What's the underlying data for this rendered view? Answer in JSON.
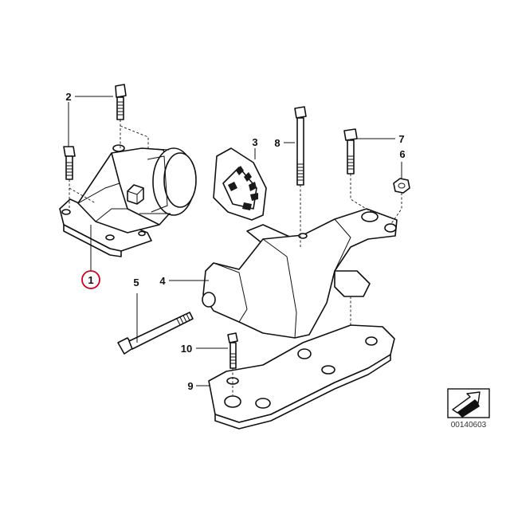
{
  "diagram": {
    "callouts": [
      {
        "id": "1",
        "label": "1",
        "highlighted": true,
        "highlight_color": "#d0021b"
      },
      {
        "id": "2",
        "label": "2"
      },
      {
        "id": "3",
        "label": "3"
      },
      {
        "id": "4",
        "label": "4"
      },
      {
        "id": "5",
        "label": "5"
      },
      {
        "id": "6",
        "label": "6"
      },
      {
        "id": "7",
        "label": "7"
      },
      {
        "id": "8",
        "label": "8"
      },
      {
        "id": "9",
        "label": "9"
      },
      {
        "id": "10",
        "label": "10"
      }
    ],
    "reference_number": "00140603",
    "nav_icon": "arrow-nav-icon"
  }
}
